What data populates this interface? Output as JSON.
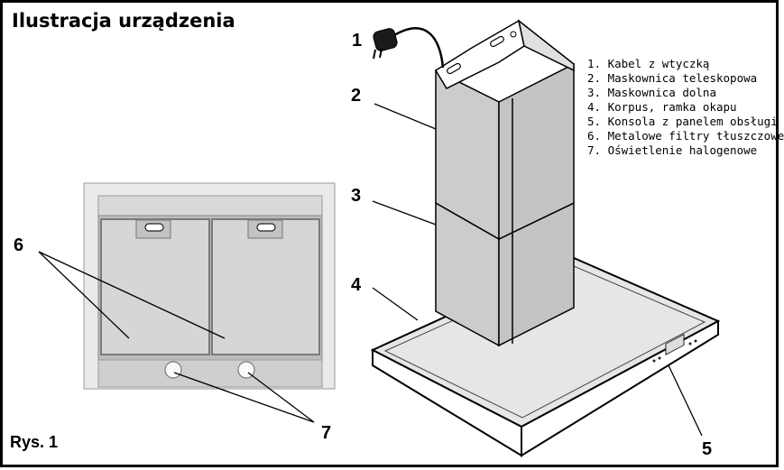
{
  "title": "Ilustracja urządzenia",
  "figure_label": "Rys. 1",
  "legend": [
    "1. Kabel z wtyczką",
    "2. Maskownica teleskopowa",
    "3. Maskownica dolna",
    "4. Korpus, ramka okapu",
    "5. Konsola z panelem obsługi",
    "6. Metalowe filtry tłuszczowe",
    "7. Oświetlenie halogenowe"
  ],
  "callouts": {
    "c1": "1",
    "c2": "2",
    "c3": "3",
    "c4": "4",
    "c5": "5",
    "c6": "6",
    "c7": "7"
  },
  "colors": {
    "outline": "#000000",
    "chimney": "#cccccc",
    "chimney_side": "#bdbdbd",
    "hood_top": "#e6e6e6",
    "filter": "#d6d6d6",
    "filter_frame": "#9a9a9a",
    "panel_bg": "#eaeaea"
  }
}
